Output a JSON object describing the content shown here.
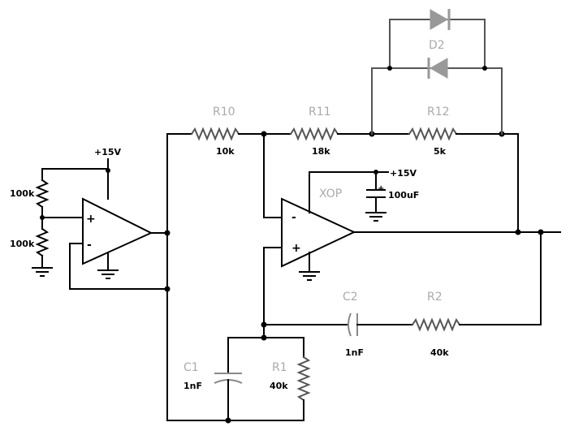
{
  "components": {
    "r10": {
      "name": "R10",
      "value": "10k"
    },
    "r11": {
      "name": "R11",
      "value": "18k"
    },
    "r12": {
      "name": "R12",
      "value": "5k"
    },
    "d2": {
      "name": "D2"
    },
    "xop": {
      "name": "XOP"
    },
    "c1": {
      "name": "C1",
      "value": "1nF"
    },
    "r1": {
      "name": "R1",
      "value": "40k"
    },
    "c2": {
      "name": "C2",
      "value": "1nF"
    },
    "r2": {
      "name": "R2",
      "value": "40k"
    },
    "c_supply": {
      "value": "100uF"
    },
    "r_div_top": {
      "value": "100k"
    },
    "r_div_bottom": {
      "value": "100k"
    }
  },
  "supply": {
    "left": "+15V",
    "right": "+15V"
  },
  "opamp_left": {
    "plus": "+",
    "minus": "-"
  },
  "opamp_right": {
    "plus": "+",
    "minus": "-"
  },
  "capacitor_polarity": "+"
}
